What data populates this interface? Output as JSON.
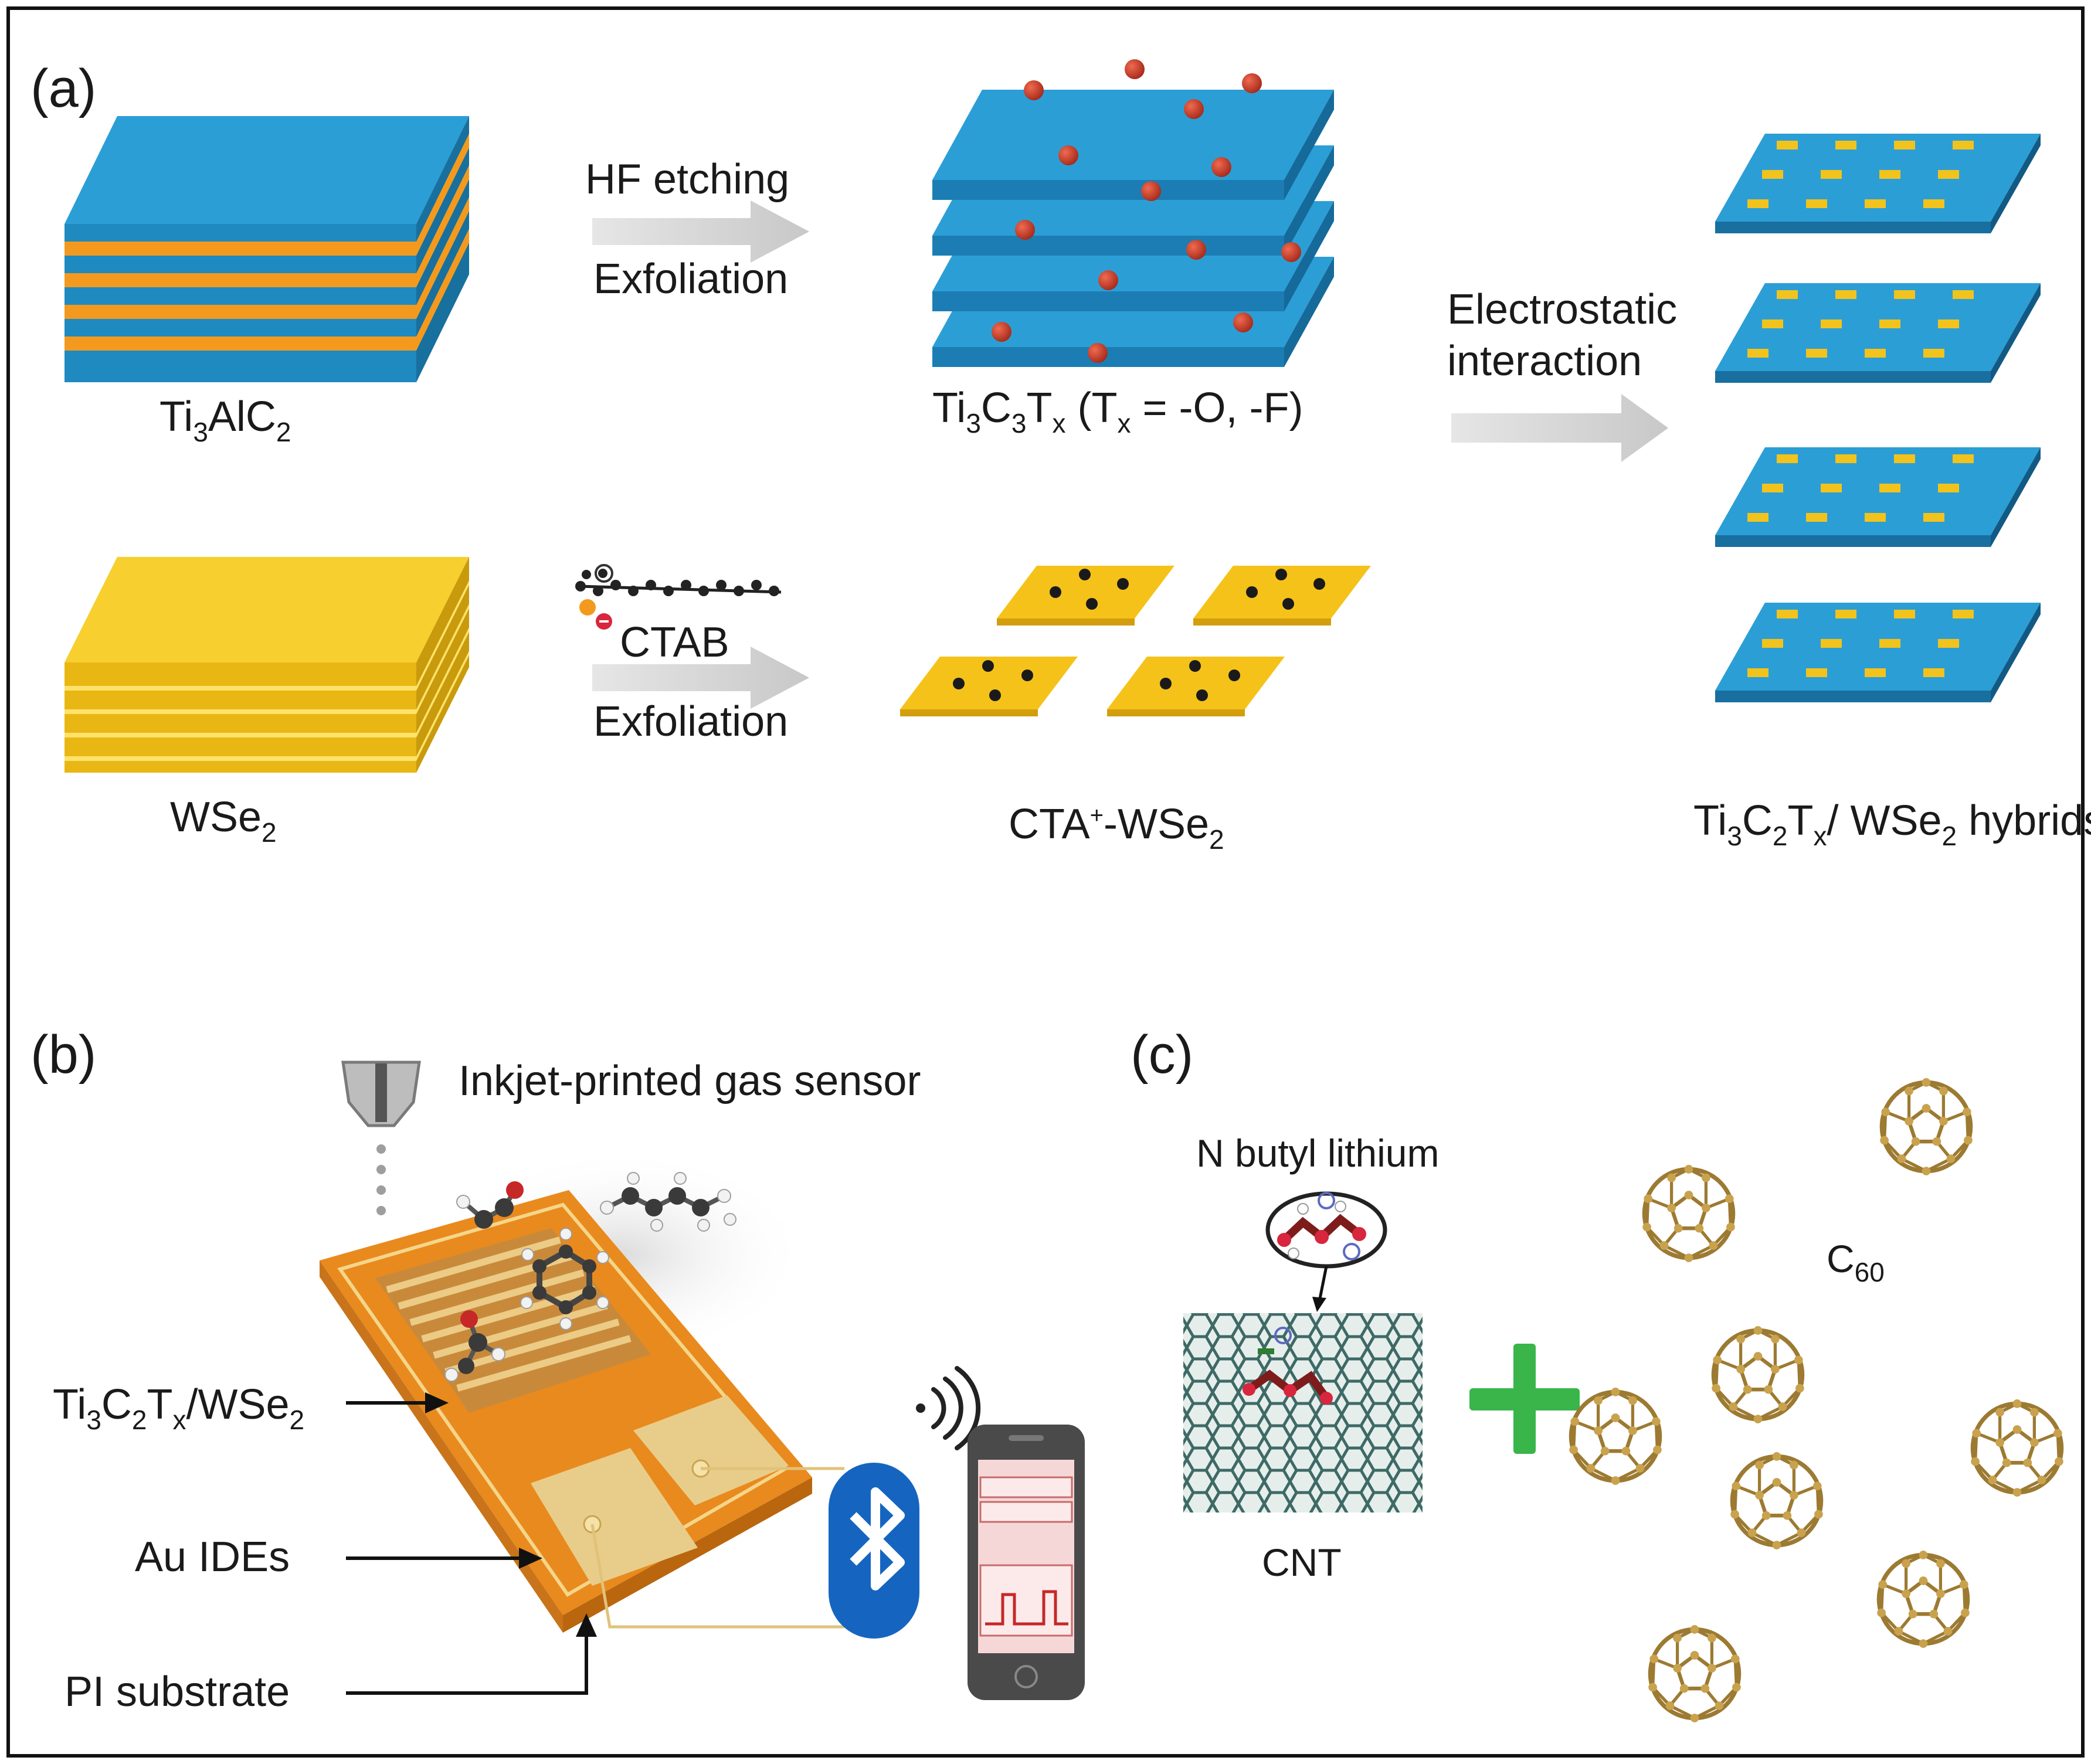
{
  "panels": {
    "a": "(a)",
    "b": "(b)",
    "c": "(c)"
  },
  "panel_a": {
    "ti3alc2": {
      "t1": "Ti",
      "s1": "3",
      "t2": "AlC",
      "s2": "2"
    },
    "step1_top": "HF etching",
    "step1_bottom": "Exfoliation",
    "ti3c3tx": {
      "t1": "Ti",
      "s1": "3",
      "t2": "C",
      "s2": "3",
      "t3": "T",
      "s3": "x",
      "t4": " (T",
      "s4": "x",
      "t5": " = -O, -F)"
    },
    "wse2": {
      "t1": "WSe",
      "s1": "2"
    },
    "step2_top": "CTAB",
    "step2_bottom": "Exfoliation",
    "cta_wse2": {
      "t1": "CTA",
      "sup": "+",
      "t2": "-WSe",
      "s2": "2"
    },
    "step3_line1": "Electrostatic",
    "step3_line2": "interaction",
    "hybrid": {
      "t1": "Ti",
      "s1": "3",
      "t2": "C",
      "s2": "2",
      "t3": "T",
      "s3": "x",
      "t4": "/ WSe",
      "s4": "2",
      "t5": " hybrids"
    }
  },
  "panel_b": {
    "title": "Inkjet-printed gas sensor",
    "label_film": {
      "t1": "Ti",
      "s1": "3",
      "t2": "C",
      "s2": "2",
      "t3": "T",
      "s3": "x",
      "t4": "/WSe",
      "s4": "2"
    },
    "label_ide": "Au IDEs",
    "label_sub": "PI substrate"
  },
  "panel_c": {
    "reagent": "N butyl lithium",
    "cnt": "CNT",
    "c60": {
      "t1": "C",
      "s1": "60"
    }
  },
  "colors": {
    "mxene_blue": "#1F8AC0",
    "aluminium_orange": "#F39A1E",
    "wse2_yellow": "#F5C21A",
    "adsorbate_red": "#C0392B",
    "arrow_grey": "#D6D6D6",
    "plus_green": "#39B54A",
    "substrate_orange": "#E98A1E",
    "bluetooth_blue": "#1565C0",
    "fullerene_gold": "#B08A3A"
  },
  "icons": [
    "printer-nozzle-icon",
    "wifi-signal-icon",
    "bluetooth-icon",
    "smartphone-icon",
    "plus-icon",
    "fullerene-icon"
  ]
}
